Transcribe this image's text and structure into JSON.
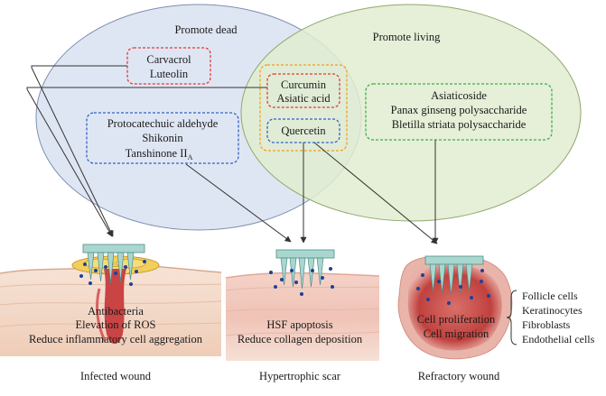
{
  "circles": {
    "left_title": "Promote dead",
    "right_title": "Promote living"
  },
  "boxes": {
    "carvacrol_luteolin": [
      "Carvacrol",
      "Luteolin"
    ],
    "curcumin_asiatic": [
      "Curcumin",
      "Asiatic acid"
    ],
    "quercetin": "Quercetin",
    "protocatechuic": [
      "Protocatechuic aldehyde",
      "Shikonin"
    ],
    "tanshinone": {
      "main": "Tanshinone II",
      "subscript": "A"
    },
    "asiaticoside": [
      "Asiaticoside",
      "Panax ginseng polysaccharide",
      "Bletilla striata polysaccharide"
    ]
  },
  "panels": {
    "infected": {
      "effects": [
        "Antibacteria",
        "Elevation of ROS",
        "Reduce inflammatory cell aggregation"
      ],
      "caption": "Infected wound"
    },
    "scar": {
      "effects": [
        "HSF apoptosis",
        "Reduce collagen deposition"
      ],
      "caption": "Hypertrophic scar"
    },
    "refractory": {
      "effects": [
        "Cell proliferation",
        "Cell migration"
      ],
      "cells": [
        "Follicle cells",
        "Keratinocytes",
        "Fibroblasts",
        "Endothelial cells"
      ],
      "caption": "Refractory wound"
    }
  },
  "colors": {
    "left_circle_fill": "#dfe6f3",
    "right_circle_fill": "#e2ecd0",
    "red_box": "#e03a3a",
    "blue_box": "#2f62c8",
    "green_box": "#39b14a",
    "orange_box": "#f0a020",
    "patch": "#a9d7d0",
    "skin": "#f2d6c4",
    "wound": "#c94444"
  }
}
